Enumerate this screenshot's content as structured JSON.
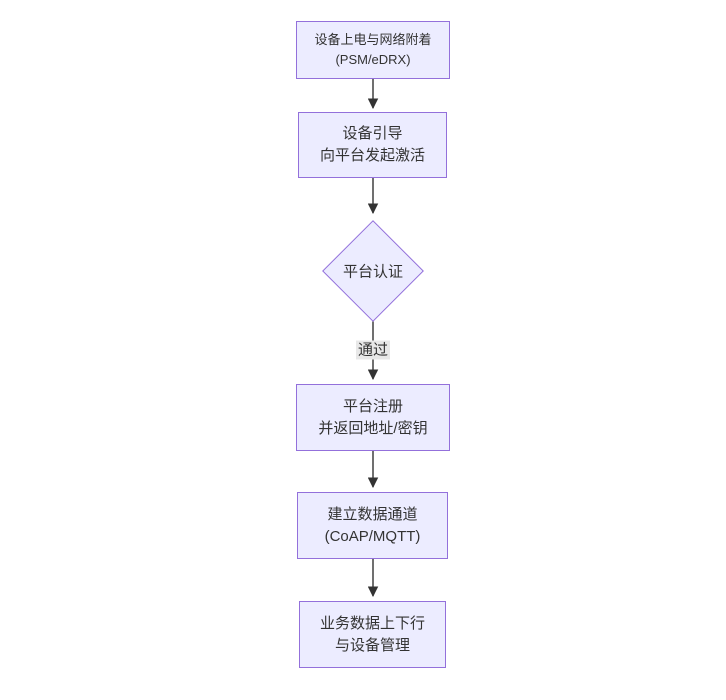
{
  "diagram": {
    "type": "flowchart",
    "direction": "top-down",
    "colors": {
      "background": "#ffffff",
      "node_fill": "#ECECFF",
      "node_border": "#9370DB",
      "text_color": "#333333",
      "arrow_color": "#333333",
      "edge_label_bg": "#e8e8e8"
    },
    "nodes": [
      {
        "id": "power-attach",
        "shape": "rect",
        "lines": [
          "设备上电与网络附着",
          "(PSM/eDRX)"
        ]
      },
      {
        "id": "bootstrap",
        "shape": "rect",
        "lines": [
          "设备引导",
          "向平台发起激活"
        ]
      },
      {
        "id": "platform-auth",
        "shape": "diamond",
        "lines": [
          "平台认证"
        ]
      },
      {
        "id": "register",
        "shape": "rect",
        "lines": [
          "平台注册",
          "并返回地址/密钥"
        ]
      },
      {
        "id": "data-channel",
        "shape": "rect",
        "lines": [
          "建立数据通道",
          "(CoAP/MQTT)"
        ]
      },
      {
        "id": "business-data",
        "shape": "rect",
        "lines": [
          "业务数据上下行",
          "与设备管理"
        ]
      }
    ],
    "edges": [
      {
        "from": "power-attach",
        "to": "bootstrap",
        "label": ""
      },
      {
        "from": "bootstrap",
        "to": "platform-auth",
        "label": ""
      },
      {
        "from": "platform-auth",
        "to": "register",
        "label": "通过"
      },
      {
        "from": "register",
        "to": "data-channel",
        "label": ""
      },
      {
        "from": "data-channel",
        "to": "business-data",
        "label": ""
      }
    ]
  }
}
